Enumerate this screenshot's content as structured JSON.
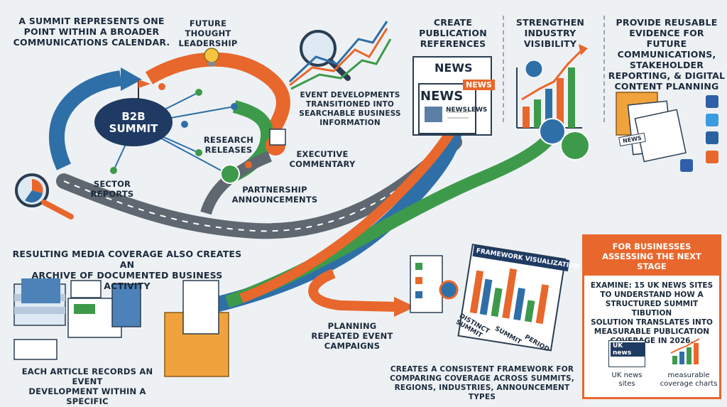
{
  "hub": {
    "title": "B2B\nSUMMIT"
  },
  "labels": {
    "summit_point": "A SUMMIT REPRESENTS ONE\nPOINT WITHIN A BROADER\nCOMMUNICATIONS CALENDAR.",
    "future_thought": "FUTURE\nTHOUGHT\nLEADERSHIP",
    "event_developments": "EVENT DEVELOPMENTS\nTRANSITIONED INTO\nSEARCHABLE BUSINESS\nINFORMATION",
    "create_publication": "CREATE\nPUBLICATION\nREFERENCES",
    "strengthen": "STRENGTHEN\nINDUSTRY\nVISIBILITY",
    "reusable": "PROVIDE REUSABLE\nEVIDENCE FOR FUTURE\nCOMMUNICATIONS,\nSTAKEHOLDER\nREPORTING, & DIGITAL\nCONTENT PLANNING",
    "research": "RESEARCH\nRELEASES",
    "executive": "EXECUTIVE\nCOMMENTARY",
    "sector": "SECTOR\nREPORTS",
    "partnership": "PARTNERSHIP\nANNOUNCEMENTS",
    "archive": "RESULTING MEDIA COVERAGE ALSO CREATES AN\nARCHIVE OF DOCUMENTED BUSINESS ACTIVITY",
    "each_article": "EACH ARTICLE RECORDS AN EVENT\nDEVELOPMENT WITHIN A SPECIFIC\nPUBLICATION CONTEXT",
    "planning": "PLANNING\nREPEATED EVENT\nCAMPAIGNS",
    "framework": "CREATES A CONSISTENT FRAMEWORK FOR\nCOMPARING COVERAGE ACROSS SUMMITS,\nREGIONS, INDUSTRIES, ANNOUNCEMENT TYPES"
  },
  "news": {
    "word1": "NEWS",
    "word2": "NEWS",
    "badge": "NEWS",
    "small": "NEWSLEWS",
    "tag": "NEWS"
  },
  "framework_viz": {
    "title": "FRAMEWORK VISUALIZATION",
    "axis1": "DISTINCT\nSUMMIT",
    "axis2": "SUMMIT",
    "axis3": "PERIOD"
  },
  "panel": {
    "header": "FOR BUSINESSES\nASSESSING THE NEXT STAGE",
    "body": "EXAMINE: 15 UK NEWS SITES\nTO UNDERSTAND HOW A\nSTRUCTURED SUMMIT TIBUTION\nSOLUTION TRANSLATES INTO\nMEASURABLE PUBLICATION\nCOVERAGE IN 2026.",
    "uk_badge": "UK news",
    "caption1": "UK news\nsites",
    "caption2": "measurable\ncoverage charts"
  },
  "colors": {
    "orange": "#e8672c",
    "blue": "#2f6fa8",
    "green": "#3d9a4a",
    "navy": "#1f3b63",
    "road": "#6f7780"
  },
  "icons": [
    "lightbulb-icon",
    "magnifier-icon",
    "handshake-icon",
    "globe-icon",
    "facebook-icon",
    "twitter-icon",
    "linkedin-icon",
    "youtube-icon",
    "folder-icon",
    "document-stack-icon",
    "growth-chart-icon"
  ]
}
